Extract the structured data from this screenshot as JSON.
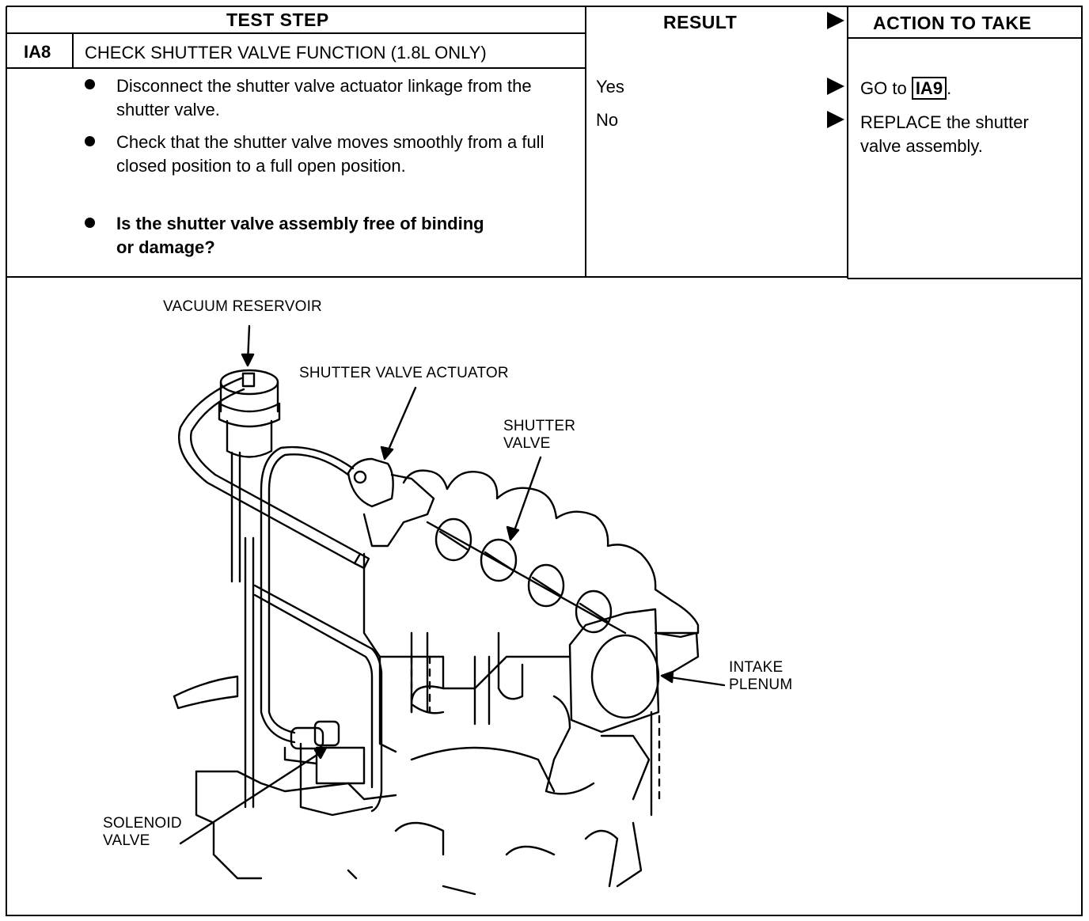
{
  "header": {
    "test_step": "TEST STEP",
    "result": "RESULT",
    "action": "ACTION TO TAKE"
  },
  "step": {
    "id": "IA8",
    "title": "CHECK SHUTTER VALVE FUNCTION (1.8L ONLY)",
    "bullets": [
      "Disconnect the shutter valve actuator linkage from the shutter valve.",
      "Check that the shutter valve moves smoothly from a full closed position to a full open position.",
      "Is the shutter valve assembly free of binding or damage?"
    ]
  },
  "results": [
    {
      "label": "Yes",
      "action_prefix": "GO to",
      "action_ref": "IA9",
      "action_suffix": "."
    },
    {
      "label": "No",
      "action": "REPLACE the shutter valve assembly."
    }
  ],
  "figure": {
    "labels": {
      "vacuum_reservoir": "VACUUM RESERVOIR",
      "shutter_valve_actuator": "SHUTTER VALVE ACTUATOR",
      "shutter_valve_1": "SHUTTER",
      "shutter_valve_2": "VALVE",
      "intake_plenum_1": "INTAKE",
      "intake_plenum_2": "PLENUM",
      "solenoid_valve_1": "SOLENOID",
      "solenoid_valve_2": "VALVE"
    }
  }
}
